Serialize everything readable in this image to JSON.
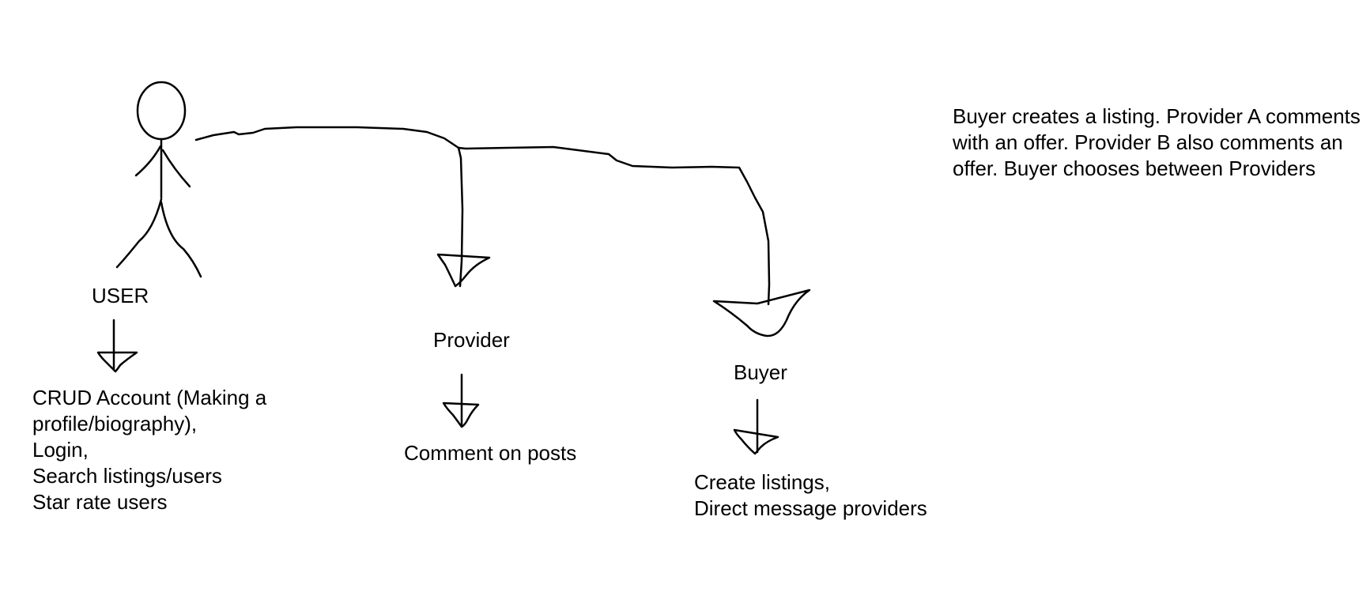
{
  "actors": {
    "user": {
      "label": "USER",
      "capabilities": [
        "CRUD Account (Making a",
        "profile/biography),",
        "Login,",
        "Search listings/users",
        "Star rate users"
      ]
    },
    "provider": {
      "label": "Provider",
      "capabilities": [
        "Comment on posts"
      ]
    },
    "buyer": {
      "label": "Buyer",
      "capabilities": [
        "Create listings,",
        "Direct message providers"
      ]
    }
  },
  "description": "Buyer creates a listing. Provider A comments with an offer. Provider B also comments an offer. Buyer chooses between Providers",
  "colors": {
    "ink": "#000000",
    "background": "#ffffff"
  }
}
